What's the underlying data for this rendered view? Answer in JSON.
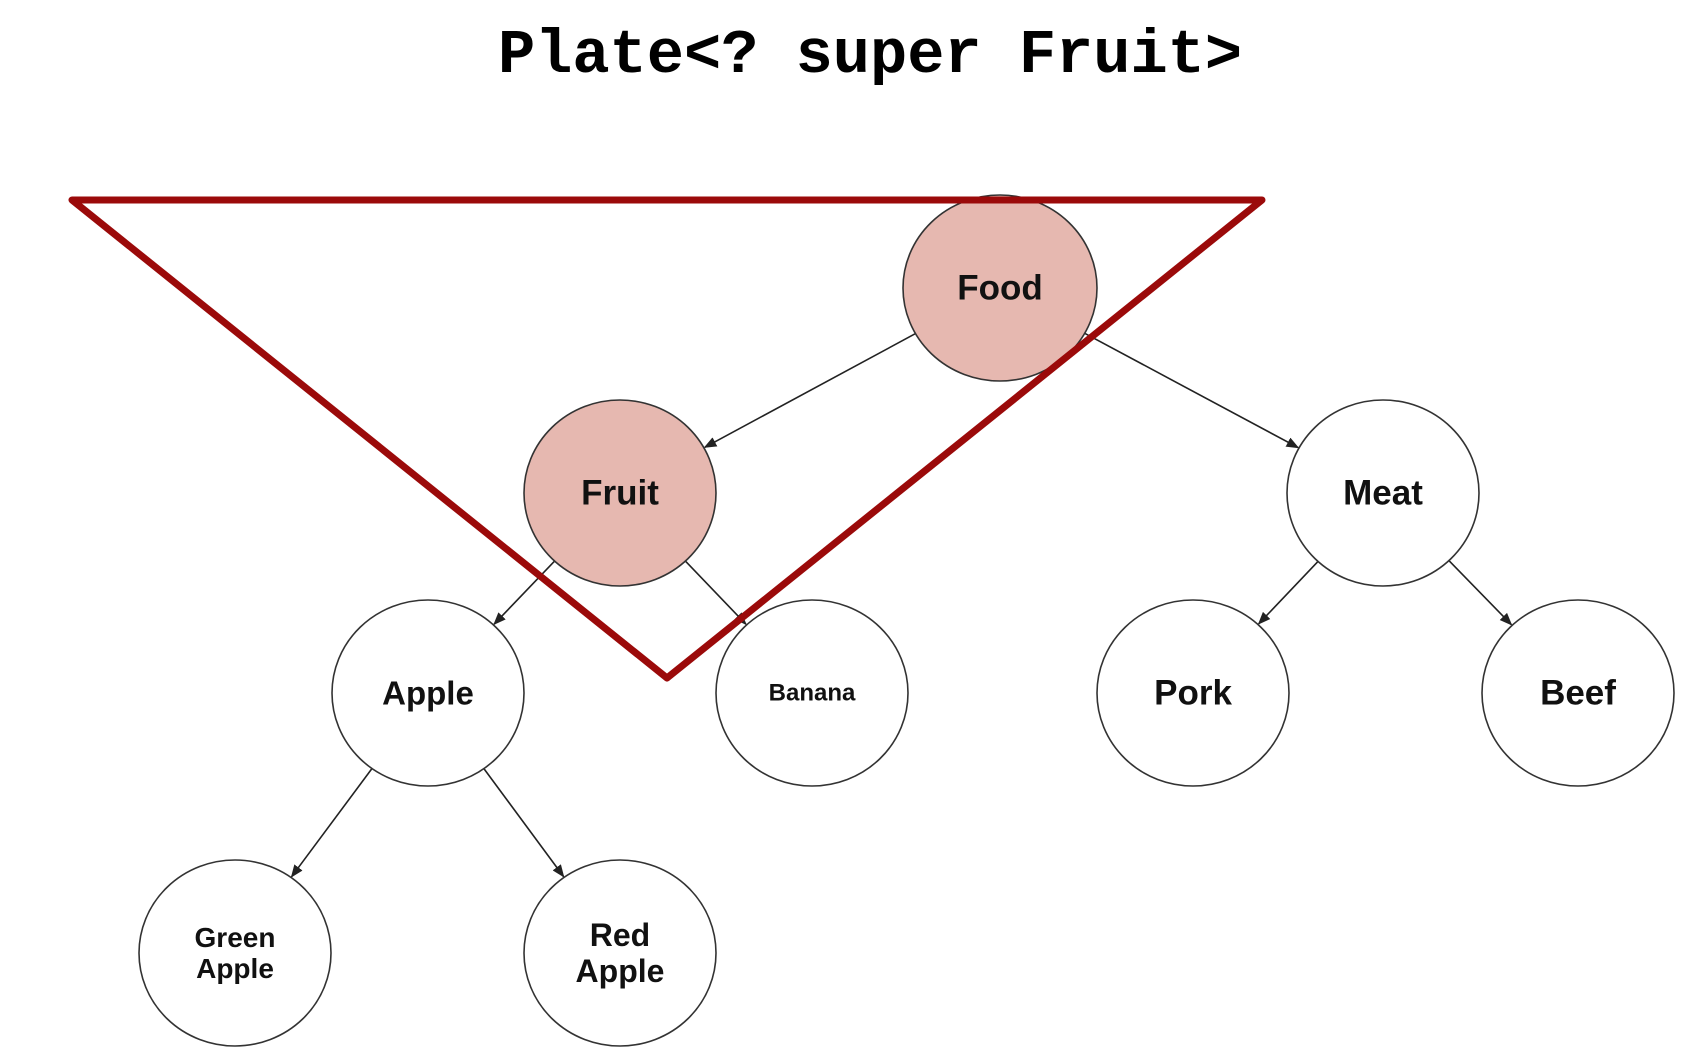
{
  "title": "Plate<? super Fruit>",
  "colors": {
    "highlight_fill": "#e6b8b0",
    "node_fill": "#ffffff",
    "triangle_stroke": "#9b0a0a"
  },
  "nodes": {
    "food": {
      "label_lines": [
        "Food"
      ],
      "highlighted": true
    },
    "fruit": {
      "label_lines": [
        "Fruit"
      ],
      "highlighted": true
    },
    "meat": {
      "label_lines": [
        "Meat"
      ],
      "highlighted": false
    },
    "apple": {
      "label_lines": [
        "Apple"
      ],
      "highlighted": false
    },
    "banana": {
      "label_lines": [
        "Banana"
      ],
      "highlighted": false
    },
    "pork": {
      "label_lines": [
        "Pork"
      ],
      "highlighted": false
    },
    "beef": {
      "label_lines": [
        "Beef"
      ],
      "highlighted": false
    },
    "green_apple": {
      "label_lines": [
        "Green",
        "Apple"
      ],
      "highlighted": false
    },
    "red_apple": {
      "label_lines": [
        "Red",
        "Apple"
      ],
      "highlighted": false
    }
  },
  "edges": [
    [
      "food",
      "fruit"
    ],
    [
      "food",
      "meat"
    ],
    [
      "fruit",
      "apple"
    ],
    [
      "fruit",
      "banana"
    ],
    [
      "meat",
      "pork"
    ],
    [
      "meat",
      "beef"
    ],
    [
      "apple",
      "green_apple"
    ],
    [
      "apple",
      "red_apple"
    ]
  ]
}
